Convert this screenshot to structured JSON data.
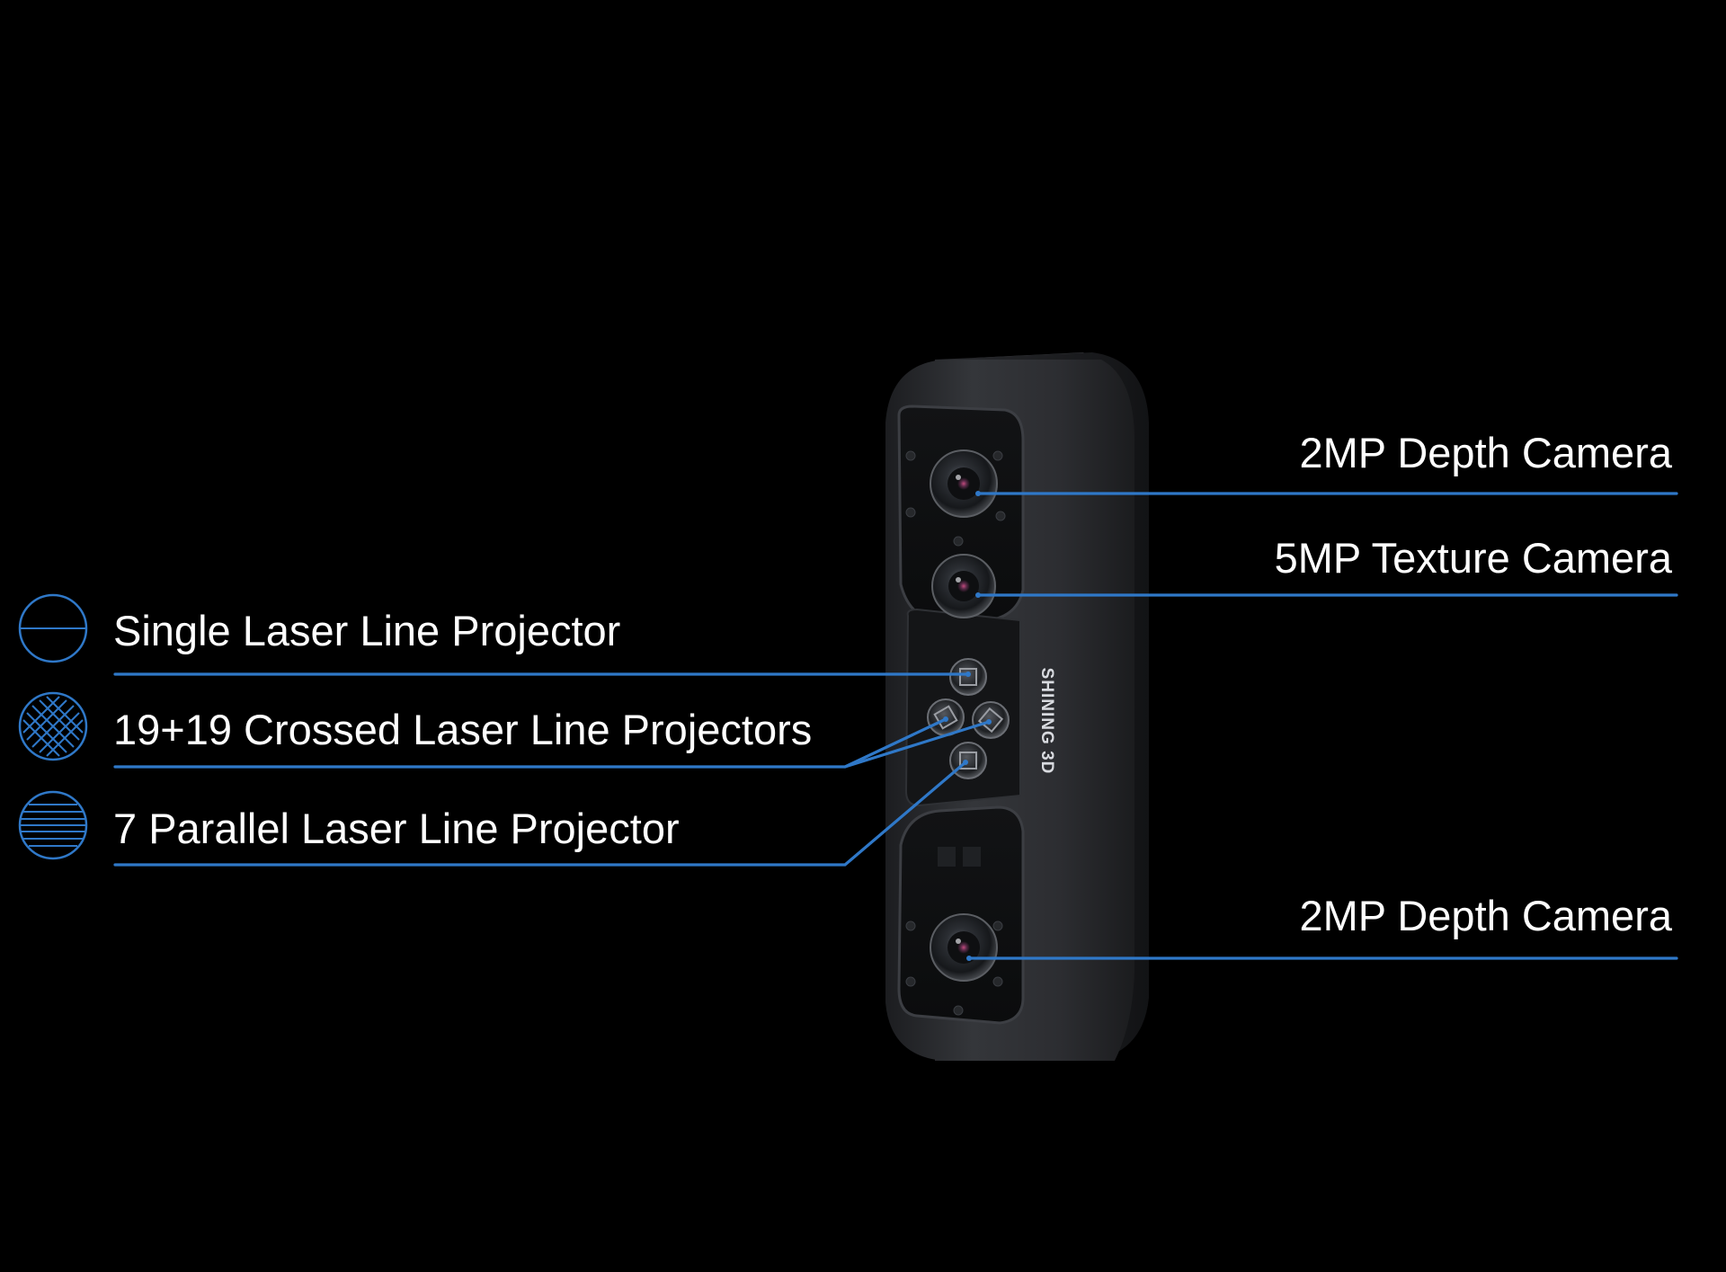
{
  "colors": {
    "background": "#000000",
    "accent_line": "#2f78c8",
    "label_text": "#ffffff",
    "device_body": "#2b2c2f"
  },
  "device": {
    "brand_text": "SHINING 3D"
  },
  "callouts": {
    "left": [
      {
        "label": "Single Laser Line Projector",
        "icon": "single-line-icon"
      },
      {
        "label": "19+19 Crossed Laser Line Projectors",
        "icon": "crossed-lines-icon"
      },
      {
        "label": "7 Parallel Laser Line Projector",
        "icon": "parallel-lines-icon"
      }
    ],
    "right": [
      {
        "label": "2MP Depth Camera"
      },
      {
        "label": "5MP Texture Camera"
      },
      {
        "label": "2MP Depth Camera"
      }
    ]
  }
}
